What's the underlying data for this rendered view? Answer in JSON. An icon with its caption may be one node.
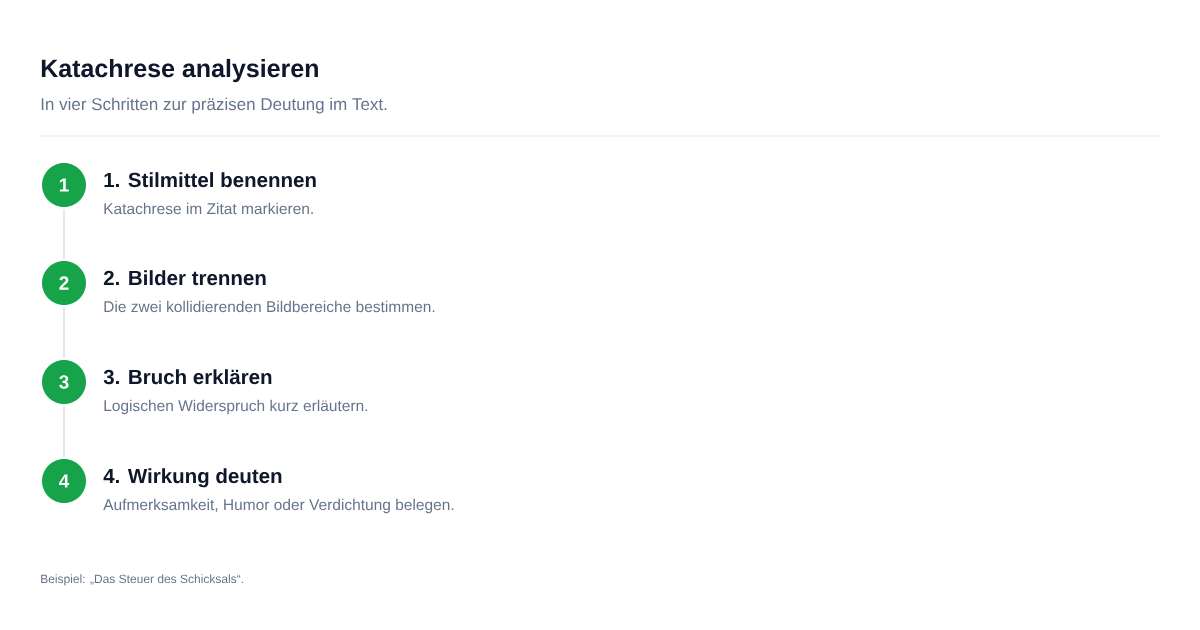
{
  "diagram": {
    "title": "Katachrese analysieren",
    "nodes": [
      {
        "text": [
          "1"
        ],
        "beside": [
          "1. Stilmittel benennen",
          "Katachrese im Zitat markieren."
        ]
      },
      {
        "text": [
          "2"
        ],
        "beside": [
          "2. Bilder trennen",
          "Die zwei kollidierenden Bildbereiche bestimmen."
        ]
      },
      {
        "text": [
          "3"
        ],
        "beside": [
          "3. Bruch erklären",
          "Logischen Widerspruch kurz erläutern."
        ]
      },
      {
        "text": [
          "4"
        ],
        "beside": [
          "4. Wirkung deuten",
          "Aufmerksamkeit, Humor oder Verdichtung belegen."
        ]
      }
    ],
    "edges": [
      {
        "from": 0,
        "to": 1,
        "arrow": "none"
      },
      {
        "from": 1,
        "to": 2,
        "arrow": "none"
      },
      {
        "from": 2,
        "to": 3,
        "arrow": "none"
      }
    ],
    "labels": [
      "In vier Schritten zur präzisen Deutung im Text.",
      "Beispiel: „Das Steuer des Schicksals“."
    ]
  }
}
